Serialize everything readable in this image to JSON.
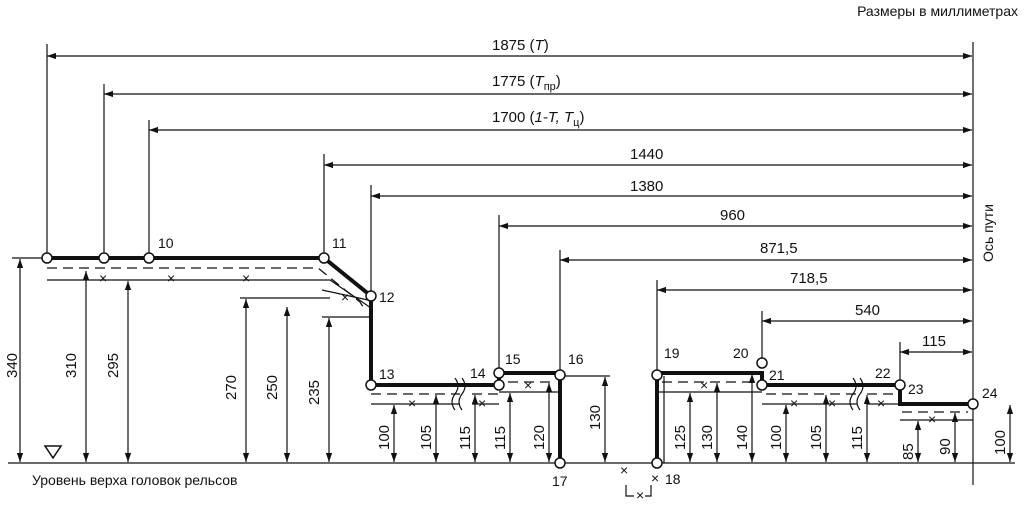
{
  "header": {
    "units_note": "Размеры в миллиметрах"
  },
  "labels": {
    "track_axis": "Ось пути",
    "rail_level": "Уровень верха головок рельсов"
  },
  "horizontal_dims": [
    {
      "value": "1875",
      "sym": "T",
      "sub": ""
    },
    {
      "value": "1775",
      "sym": "T",
      "sub": "пр"
    },
    {
      "value": "1700",
      "sym": "1-T, T",
      "sub": "ц"
    },
    {
      "value": "1440",
      "sym": "",
      "sub": ""
    },
    {
      "value": "1380",
      "sym": "",
      "sub": ""
    },
    {
      "value": "960",
      "sym": "",
      "sub": ""
    },
    {
      "value": "871,5",
      "sym": "",
      "sub": ""
    },
    {
      "value": "718,5",
      "sym": "",
      "sub": ""
    },
    {
      "value": "540",
      "sym": "",
      "sub": ""
    },
    {
      "value": "115",
      "sym": "",
      "sub": ""
    }
  ],
  "vertical_dims": [
    "340",
    "310",
    "295",
    "270",
    "250",
    "235",
    "100",
    "105",
    "115",
    "115",
    "120",
    "130",
    "125",
    "130",
    "140",
    "100",
    "105",
    "115",
    "85",
    "90",
    "100"
  ],
  "points": [
    "10",
    "11",
    "12",
    "13",
    "14",
    "15",
    "16",
    "17",
    "18",
    "19",
    "20",
    "21",
    "22",
    "23",
    "24"
  ]
}
